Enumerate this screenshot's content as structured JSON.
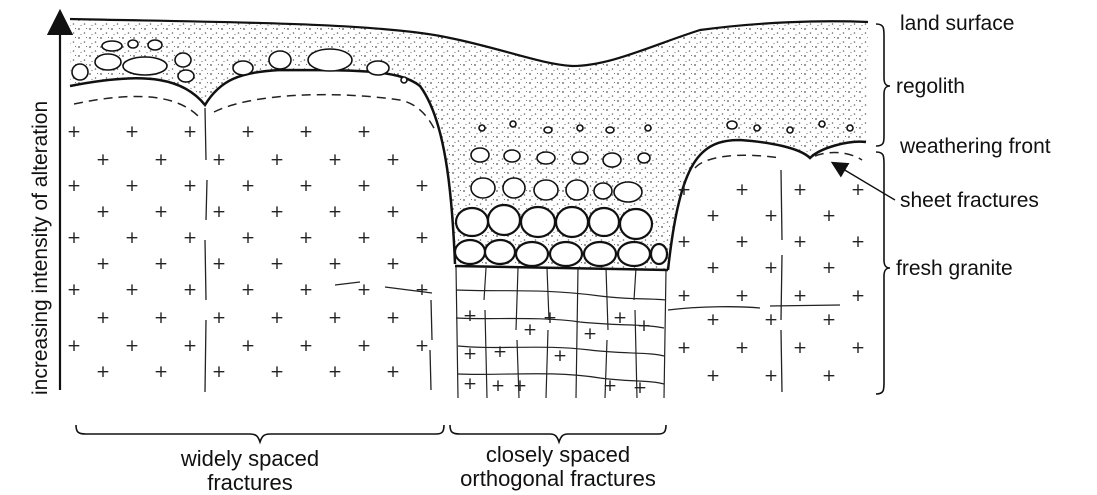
{
  "diagram": {
    "axis_label": "increasing intensity of alteration",
    "labels": {
      "land_surface": "land surface",
      "regolith": "regolith",
      "weathering_front": "weathering front",
      "sheet_fractures": "sheet fractures",
      "fresh_granite": "fresh granite"
    },
    "bottom": {
      "left_line1": "widely spaced",
      "left_line2": "fractures",
      "right_line1": "closely spaced",
      "right_line2": "orthogonal fractures"
    },
    "colors": {
      "ink": "#111111",
      "regolith_stipple": "#555555",
      "background": "#ffffff"
    }
  }
}
